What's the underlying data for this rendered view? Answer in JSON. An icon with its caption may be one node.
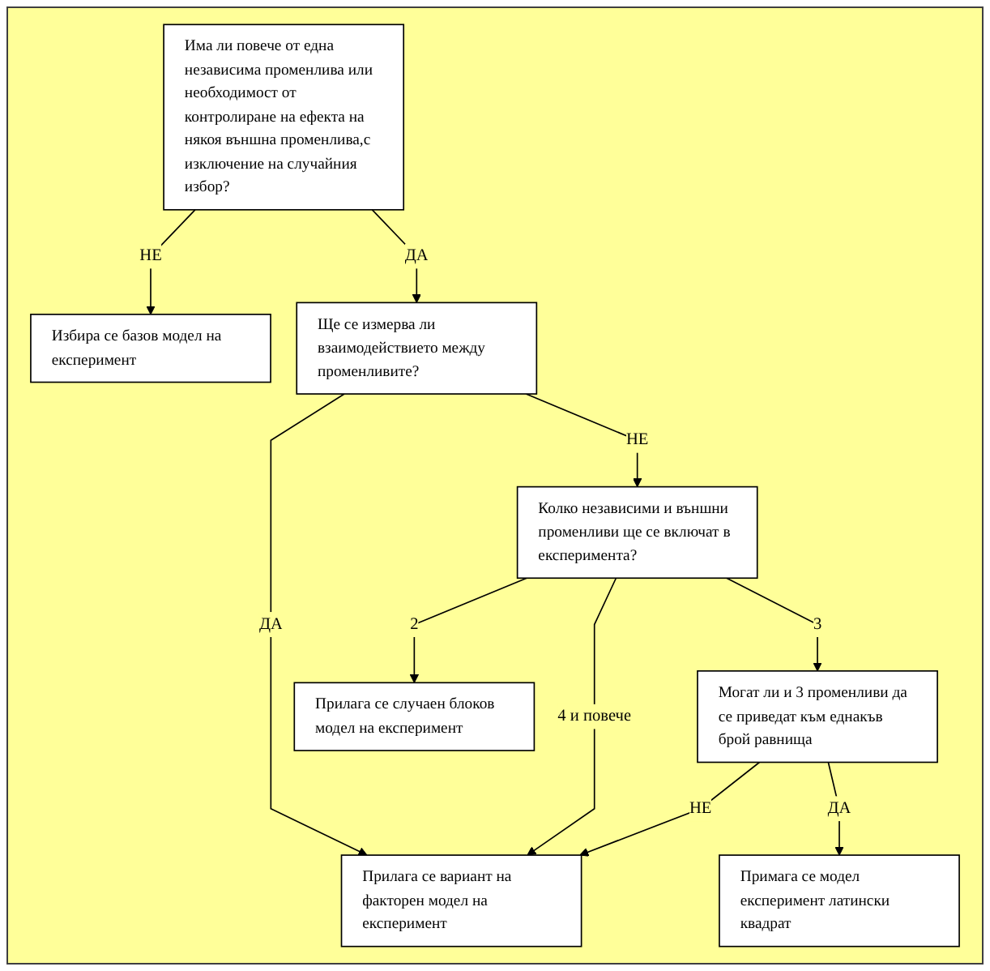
{
  "diagram": {
    "nodes": [
      {
        "text": [
          "Има ли повече от една независима променлива или необходимост от контролиране на ефекта на някоя външна променлива,с изключение на случайния избор?"
        ]
      },
      {
        "text": [
          "Избира се базов модел на експеримент"
        ]
      },
      {
        "text": [
          "Ще се измерва ли взаимодействието между променливите?"
        ]
      },
      {
        "text": [
          "Колко независими и външни променливи ще се включат в експеримента?"
        ]
      },
      {
        "text": [
          "Прилага се вариант на факторен модел на експеримент"
        ]
      },
      {
        "text": [
          "Могат ли и 3 променливи да се приведат към еднакъв брой равнища"
        ]
      },
      {
        "text": [
          "Прилага се случаен блоков модел на експеримент"
        ]
      },
      {
        "text": [
          "Примага се модел експеримент латински квадрат"
        ]
      }
    ],
    "edges": [
      {
        "from": 0,
        "to": 1,
        "arrow": "to",
        "label": "НЕ"
      },
      {
        "from": 0,
        "to": 2,
        "arrow": "to",
        "label": "ДА"
      },
      {
        "from": 2,
        "to": 3,
        "arrow": "to",
        "label": "НЕ"
      },
      {
        "from": 2,
        "to": 4,
        "arrow": "to",
        "label": "ДА"
      },
      {
        "from": 3,
        "to": 4,
        "arrow": "to",
        "label": "4 и повече"
      },
      {
        "from": 3,
        "to": 5,
        "arrow": "to",
        "label": "3"
      },
      {
        "from": 3,
        "to": 6,
        "arrow": "to",
        "label": "2"
      },
      {
        "from": 5,
        "to": 4,
        "arrow": "to",
        "label": "НЕ"
      },
      {
        "from": 5,
        "to": 7,
        "arrow": "to",
        "label": "ДА"
      }
    ]
  }
}
